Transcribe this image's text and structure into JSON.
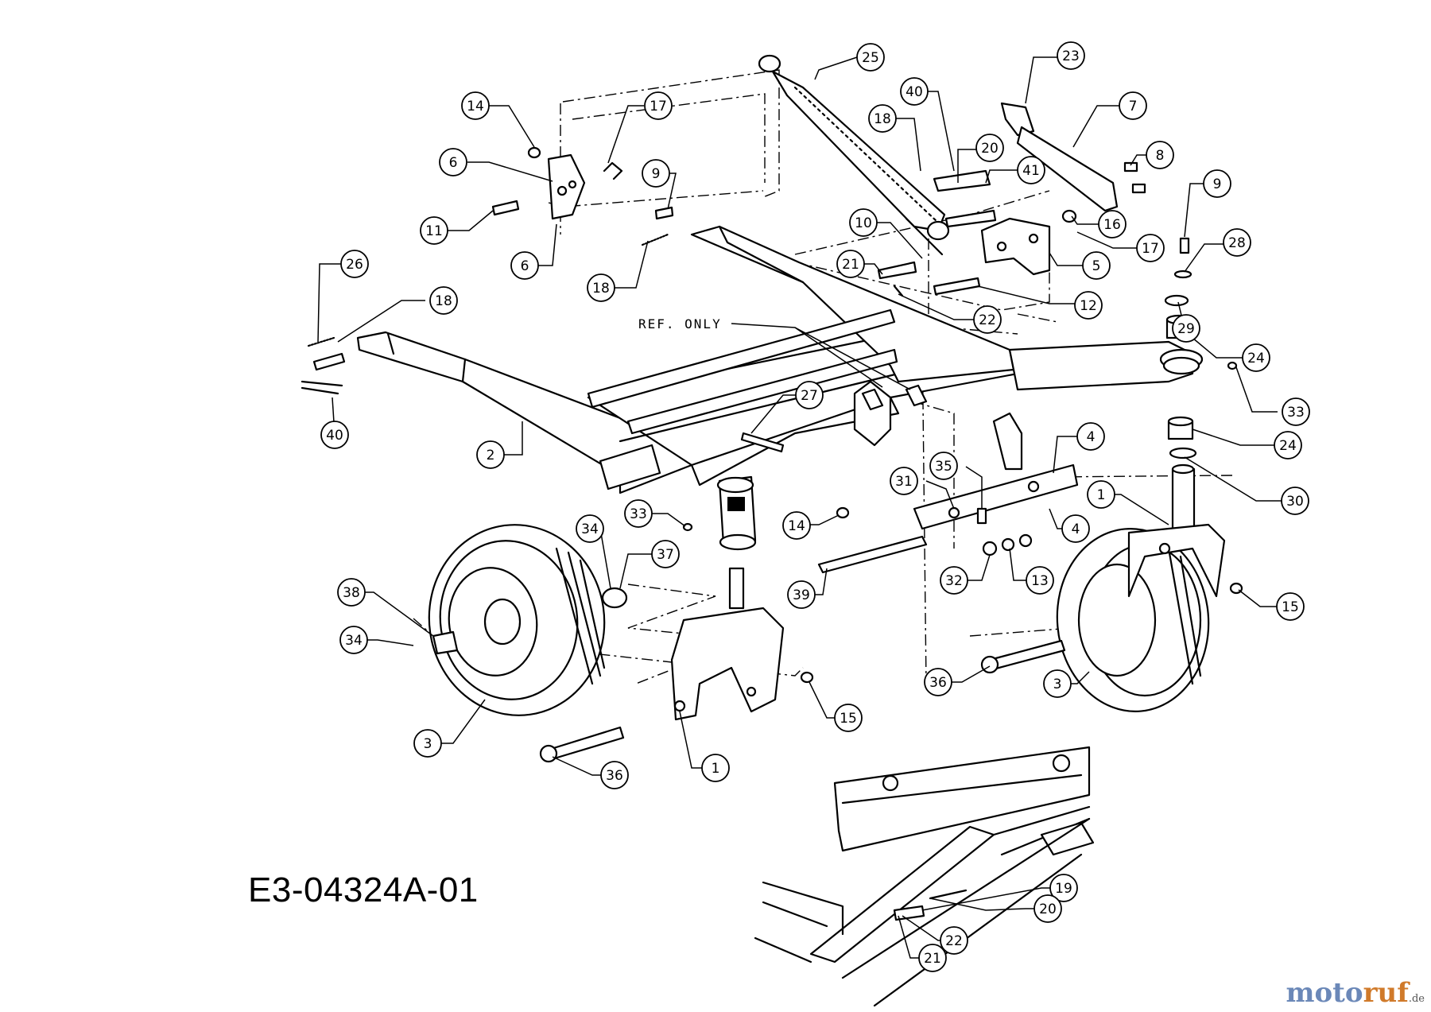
{
  "diagram": {
    "drawing_code": "E3-04324A-01",
    "ref_label": "REF. ONLY",
    "watermark": {
      "part_a": "moto",
      "part_b": "ruf",
      "suffix": ".de"
    },
    "callouts": [
      "25",
      "23",
      "40",
      "14",
      "17",
      "7",
      "18",
      "20",
      "6",
      "9",
      "8",
      "41",
      "9",
      "10",
      "16",
      "28",
      "11",
      "21",
      "17",
      "6",
      "5",
      "18",
      "12",
      "26",
      "22",
      "29",
      "18",
      "24",
      "33",
      "27",
      "40",
      "24",
      "2",
      "4",
      "35",
      "31",
      "30",
      "1",
      "33",
      "34",
      "14",
      "37",
      "4",
      "39",
      "32",
      "13",
      "15",
      "38",
      "34",
      "36",
      "3",
      "15",
      "3",
      "36",
      "1",
      "19",
      "20",
      "22",
      "21"
    ]
  }
}
